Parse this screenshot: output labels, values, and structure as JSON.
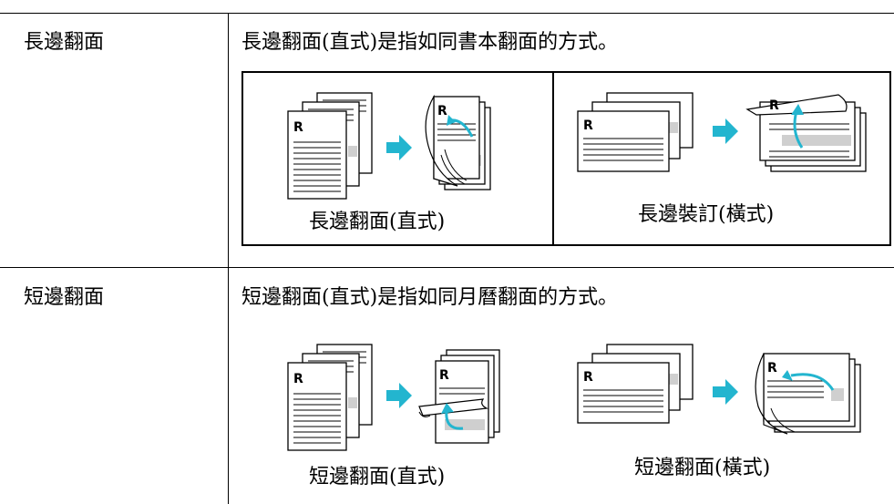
{
  "rows": [
    {
      "term": "長邊翻面",
      "description": "長邊翻面(直式)是指如同書本翻面的方式。",
      "figures": [
        {
          "caption": "長邊翻面(直式)",
          "page_letter": "R",
          "icons": [
            "portrait-stack-icon",
            "arrow-right-icon",
            "portrait-long-edge-flip-icon"
          ]
        },
        {
          "caption": "長邊裝訂(橫式)",
          "page_letter": "R",
          "icons": [
            "landscape-stack-icon",
            "arrow-right-icon",
            "landscape-long-edge-flip-icon"
          ]
        }
      ]
    },
    {
      "term": "短邊翻面",
      "description": "短邊翻面(直式)是指如同月曆翻面的方式。",
      "figures": [
        {
          "caption": "短邊翻面(直式)",
          "page_letter": "R",
          "icons": [
            "portrait-stack-icon",
            "arrow-right-icon",
            "portrait-short-edge-flip-icon"
          ]
        },
        {
          "caption": "短邊翻面(橫式)",
          "page_letter": "R",
          "icons": [
            "landscape-stack-icon",
            "arrow-right-icon",
            "landscape-short-edge-flip-icon"
          ]
        }
      ]
    }
  ],
  "colors": {
    "arrow": "#23b5cf",
    "shade": "#cfcfcf",
    "ink": "#000000"
  }
}
